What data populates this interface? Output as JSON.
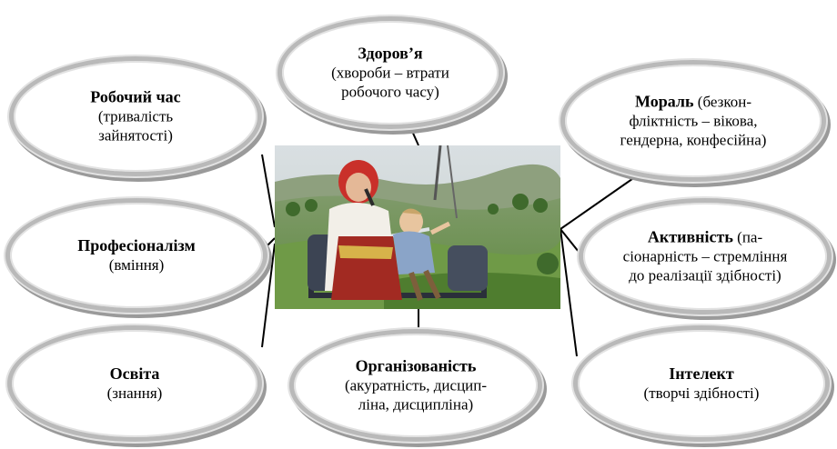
{
  "ovals": {
    "health": {
      "title": "Здоров’я",
      "line1": "(хвороби – втрати",
      "line2": "робочого часу)"
    },
    "worktime": {
      "title": "Робочий час",
      "line1": "(тривалість",
      "line2": "зайнятості)"
    },
    "moral": {
      "title": "Мораль",
      "rest": " (безкон-",
      "line1": "фліктність – вікова,",
      "line2": "гендерна, конфесійна)"
    },
    "prof": {
      "title": "Професіоналізм",
      "line1": "(вміння)"
    },
    "activity": {
      "title": "Активність",
      "rest": " (па-",
      "line1": "сіонарність – стремління",
      "line2": "до реалізації здібності)"
    },
    "education": {
      "title": "Освіта",
      "line1": "(знання)"
    },
    "org": {
      "title": "Організованість",
      "line1": "(акуратність, дисцип-",
      "line2": "ліна, дисципліна)"
    },
    "intellect": {
      "title": "Інтелект",
      "line1": "(творчі здібності)"
    }
  },
  "photo": {
    "subject": "grandmother-and-child-on-chairlift"
  },
  "colors": {
    "oval_border": "#b9b9b9",
    "oval_shadow": "#9a9a9a",
    "line": "#000000"
  }
}
